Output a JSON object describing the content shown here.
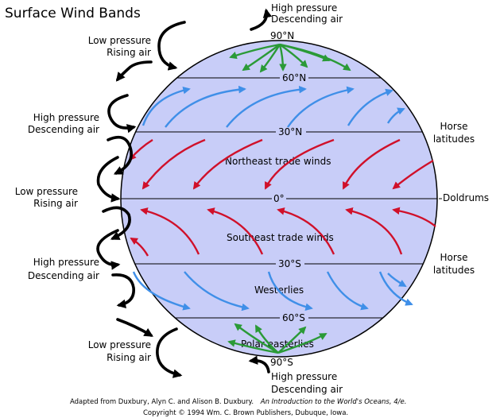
{
  "title": "Surface Wind Bands",
  "poles": {
    "north": "90°N",
    "south": "90°S"
  },
  "latitudes": {
    "n60": "60°N",
    "n30": "30°N",
    "eq": "0°",
    "s30": "30°S",
    "s60": "60°S"
  },
  "left_labels": [
    {
      "l1": "Low pressure",
      "l2": "Rising air"
    },
    {
      "l1": "High pressure",
      "l2": "Descending air"
    },
    {
      "l1": "Low pressure",
      "l2": "Rising air"
    },
    {
      "l1": "High pressure",
      "l2": "Descending air"
    },
    {
      "l1": "Low pressure",
      "l2": "Rising air"
    }
  ],
  "top_label": {
    "l1": "High pressure",
    "l2": "Descending air"
  },
  "bottom_label": {
    "l1": "High pressure",
    "l2": "Descending air"
  },
  "right_labels": {
    "horse_n": {
      "l1": "Horse",
      "l2": "latitudes"
    },
    "doldrums": "Doldrums",
    "horse_s": {
      "l1": "Horse",
      "l2": "latitudes"
    }
  },
  "winds": {
    "ne_trade": "Northeast trade winds",
    "se_trade": "Southeast trade winds",
    "westerlies": "Westerlies",
    "polar": "Polar easterlies"
  },
  "caption": {
    "line1_a": "Adapted from Duxbury, Alyn C. and Alison B. Duxbury.",
    "line1_b": "An Introduction to the World's Oceans, 4/e.",
    "line2": "Copyright © 1994 Wm. C. Brown Publishers, Dubuque, Iowa."
  },
  "colors": {
    "globe": "#c8cdf8",
    "westerlies": "#3f8fe8",
    "trade_winds": "#d0102a",
    "polar_easterlies": "#2a9a37",
    "cells": "#000000"
  },
  "icons": [
    "circulation-cell-arrow"
  ]
}
